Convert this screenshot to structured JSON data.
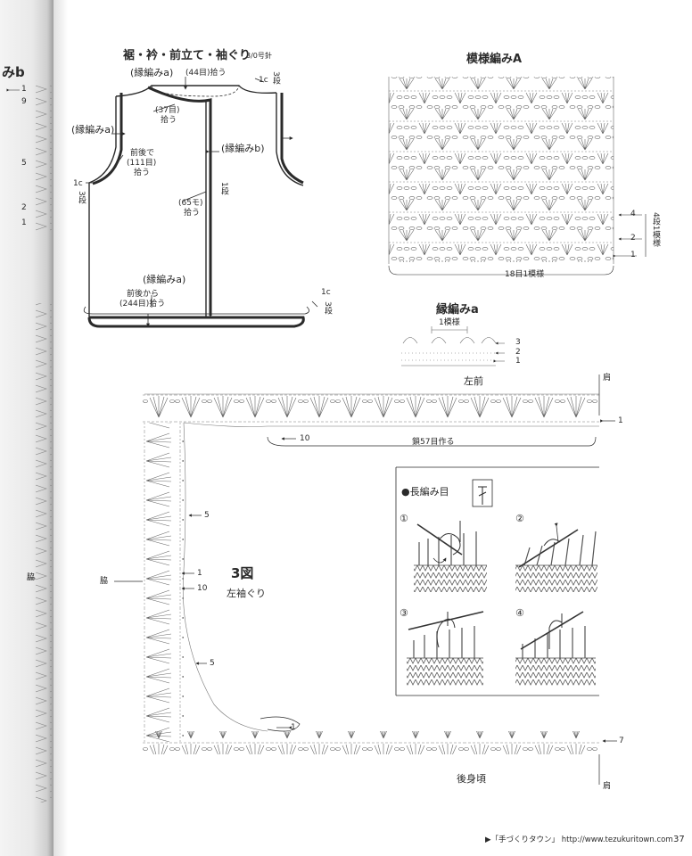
{
  "left_page": {
    "title_fragment": "みb",
    "row_labels": [
      "1",
      "9",
      "5",
      "2",
      "1"
    ],
    "side_label": "脇"
  },
  "schematic": {
    "title": "裾・衿・前立て・袖ぐり",
    "needle": "3/0号針",
    "edging_a_top": "(縁編みa)",
    "pick_44": "(44目)拾う",
    "c1_top": "1c",
    "rows3_top": "3段",
    "pick_37": "(37目)",
    "pick_37b": "拾う",
    "edging_a_left": "(縁編みa)",
    "edging_b": "(縁編みb)",
    "front_back_111_a": "前後で",
    "front_back_111_b": "(111目)",
    "front_back_111_c": "拾う",
    "c1_left": "1c",
    "rows3_left": "3段",
    "row1": "1段",
    "pick_65a": "(65モ)",
    "pick_65b": "拾う",
    "edging_a_bottom": "(縁編みa)",
    "from_fb_a": "前後から",
    "from_fb_b": "(244目)拾う",
    "c1_right": "1c",
    "rows3_right": "3段"
  },
  "pattern_a": {
    "title": "模様編みA",
    "row4": "4",
    "row2": "2",
    "row1": "1",
    "repeat_label": "4段1模様",
    "stitch_repeat": "18目1模様"
  },
  "edging_a": {
    "title": "縁編みa",
    "repeat": "1模様",
    "rows": [
      "3",
      "2",
      "1"
    ],
    "caption": "左前"
  },
  "armhole": {
    "shoulder_top": "肩",
    "row1_right": "1",
    "row10_arrow": "10",
    "chain_label": "鎖57目作る",
    "row5_a": "5",
    "fig_number": "3図",
    "fig_caption": "左袖ぐり",
    "side": "脇",
    "row1_left": "1",
    "row10_left": "10",
    "row5_b": "5",
    "row1_bottom": "1",
    "row7": "7",
    "back_label": "後身頃",
    "shoulder_bottom": "肩"
  },
  "stitch_guide": {
    "title": "●長編み目",
    "steps": [
      "①",
      "②",
      "③",
      "④"
    ]
  },
  "footer": {
    "text": "▶「手づくりタウン」 http://www.tezukuritown.com",
    "page": "37"
  }
}
